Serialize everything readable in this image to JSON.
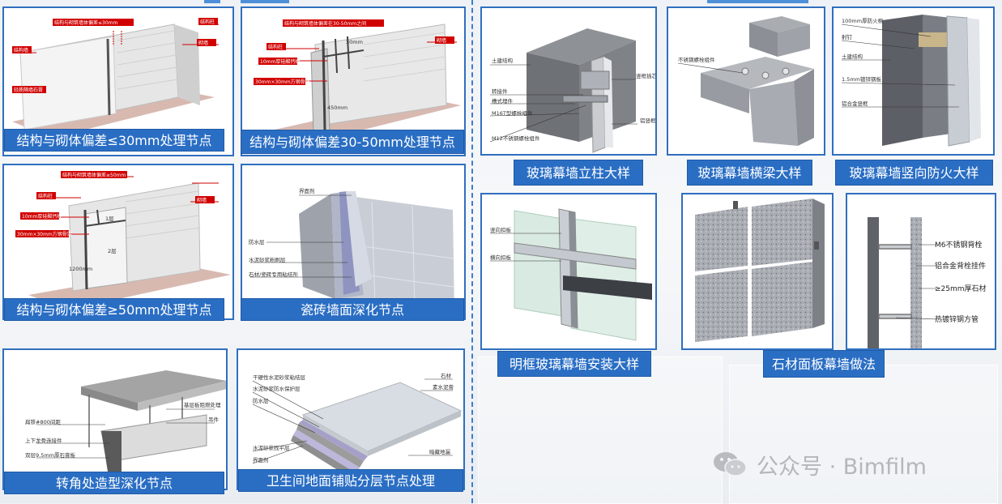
{
  "panels": [
    {
      "caption": "结构与砌体偏差≤30mm处理节点",
      "labels": [
        "结构与砌筑墙体偏差≤30mm",
        "结构柱",
        "结构墙",
        "砌墙",
        "轻质隔墙石膏"
      ]
    },
    {
      "caption": "结构与砌体偏差30-50mm处理节点",
      "labels": [
        "结构与砌筑墙体偏差在30-50mm之间",
        "结构柱",
        "砌墙",
        "10mm厚硅酸钙板",
        "30mm×30mm方钢骨架",
        "30mm",
        "450mm"
      ]
    },
    {
      "caption": "结构与砌体偏差≥50mm处理节点",
      "labels": [
        "结构与砌筑墙体偏差≥50mm",
        "结构柱",
        "砌墙",
        "10mm厚硅酸钙板",
        "30mm×30mm方钢骨架",
        "1层",
        "2层",
        "1200mm"
      ]
    },
    {
      "caption": "瓷砖墙面深化节点",
      "labels": [
        "界面剂",
        "防水层",
        "水泥砂浆粉刷层",
        "石材/瓷砖专用粘结剂"
      ]
    },
    {
      "caption": "转角处造型深化节点",
      "labels": [
        "基层板阻燃处理",
        "扁铁#800间距",
        "吊件",
        "上下龙骨连接件",
        "双层9.5mm厚石膏板"
      ]
    },
    {
      "caption": "卫生间地面铺贴分层节点处理",
      "labels": [
        "干硬性水泥砂浆粘结层",
        "水泥砂浆防水保护层",
        "防水层",
        "石材",
        "素水泥膏",
        "水泥砂浆找平层",
        "界面剂",
        "暗藏地漏"
      ]
    },
    {
      "caption": "玻璃幕墙立柱大样",
      "labels": [
        "土建结构",
        "竖框插芯",
        "转接件",
        "槽式埋件",
        "M16T型螺栓组件",
        "M12不锈钢螺栓组件",
        "铝竖框"
      ]
    },
    {
      "caption": "玻璃幕墙横梁大样",
      "labels": [
        "不锈钢螺栓组件"
      ]
    },
    {
      "caption": "玻璃幕墙竖向防火大样",
      "labels": [
        "100mm厚防火棉",
        "射钉",
        "土建结构",
        "1.5mm镀锌钢板",
        "铝合金竖框"
      ]
    },
    {
      "caption": "明框玻璃幕墙安装大样",
      "labels": [
        "竖向扣板",
        "横向扣板"
      ]
    },
    {
      "caption": "石材面板幕墙做法",
      "labels": [
        "M6不锈钢背栓",
        "铝合金背栓挂件",
        "≥25mm厚石材",
        "热镀锌钢方管"
      ]
    }
  ],
  "watermark": {
    "text": "公众号 · Bimfilm",
    "icon": "wechat-icon"
  }
}
